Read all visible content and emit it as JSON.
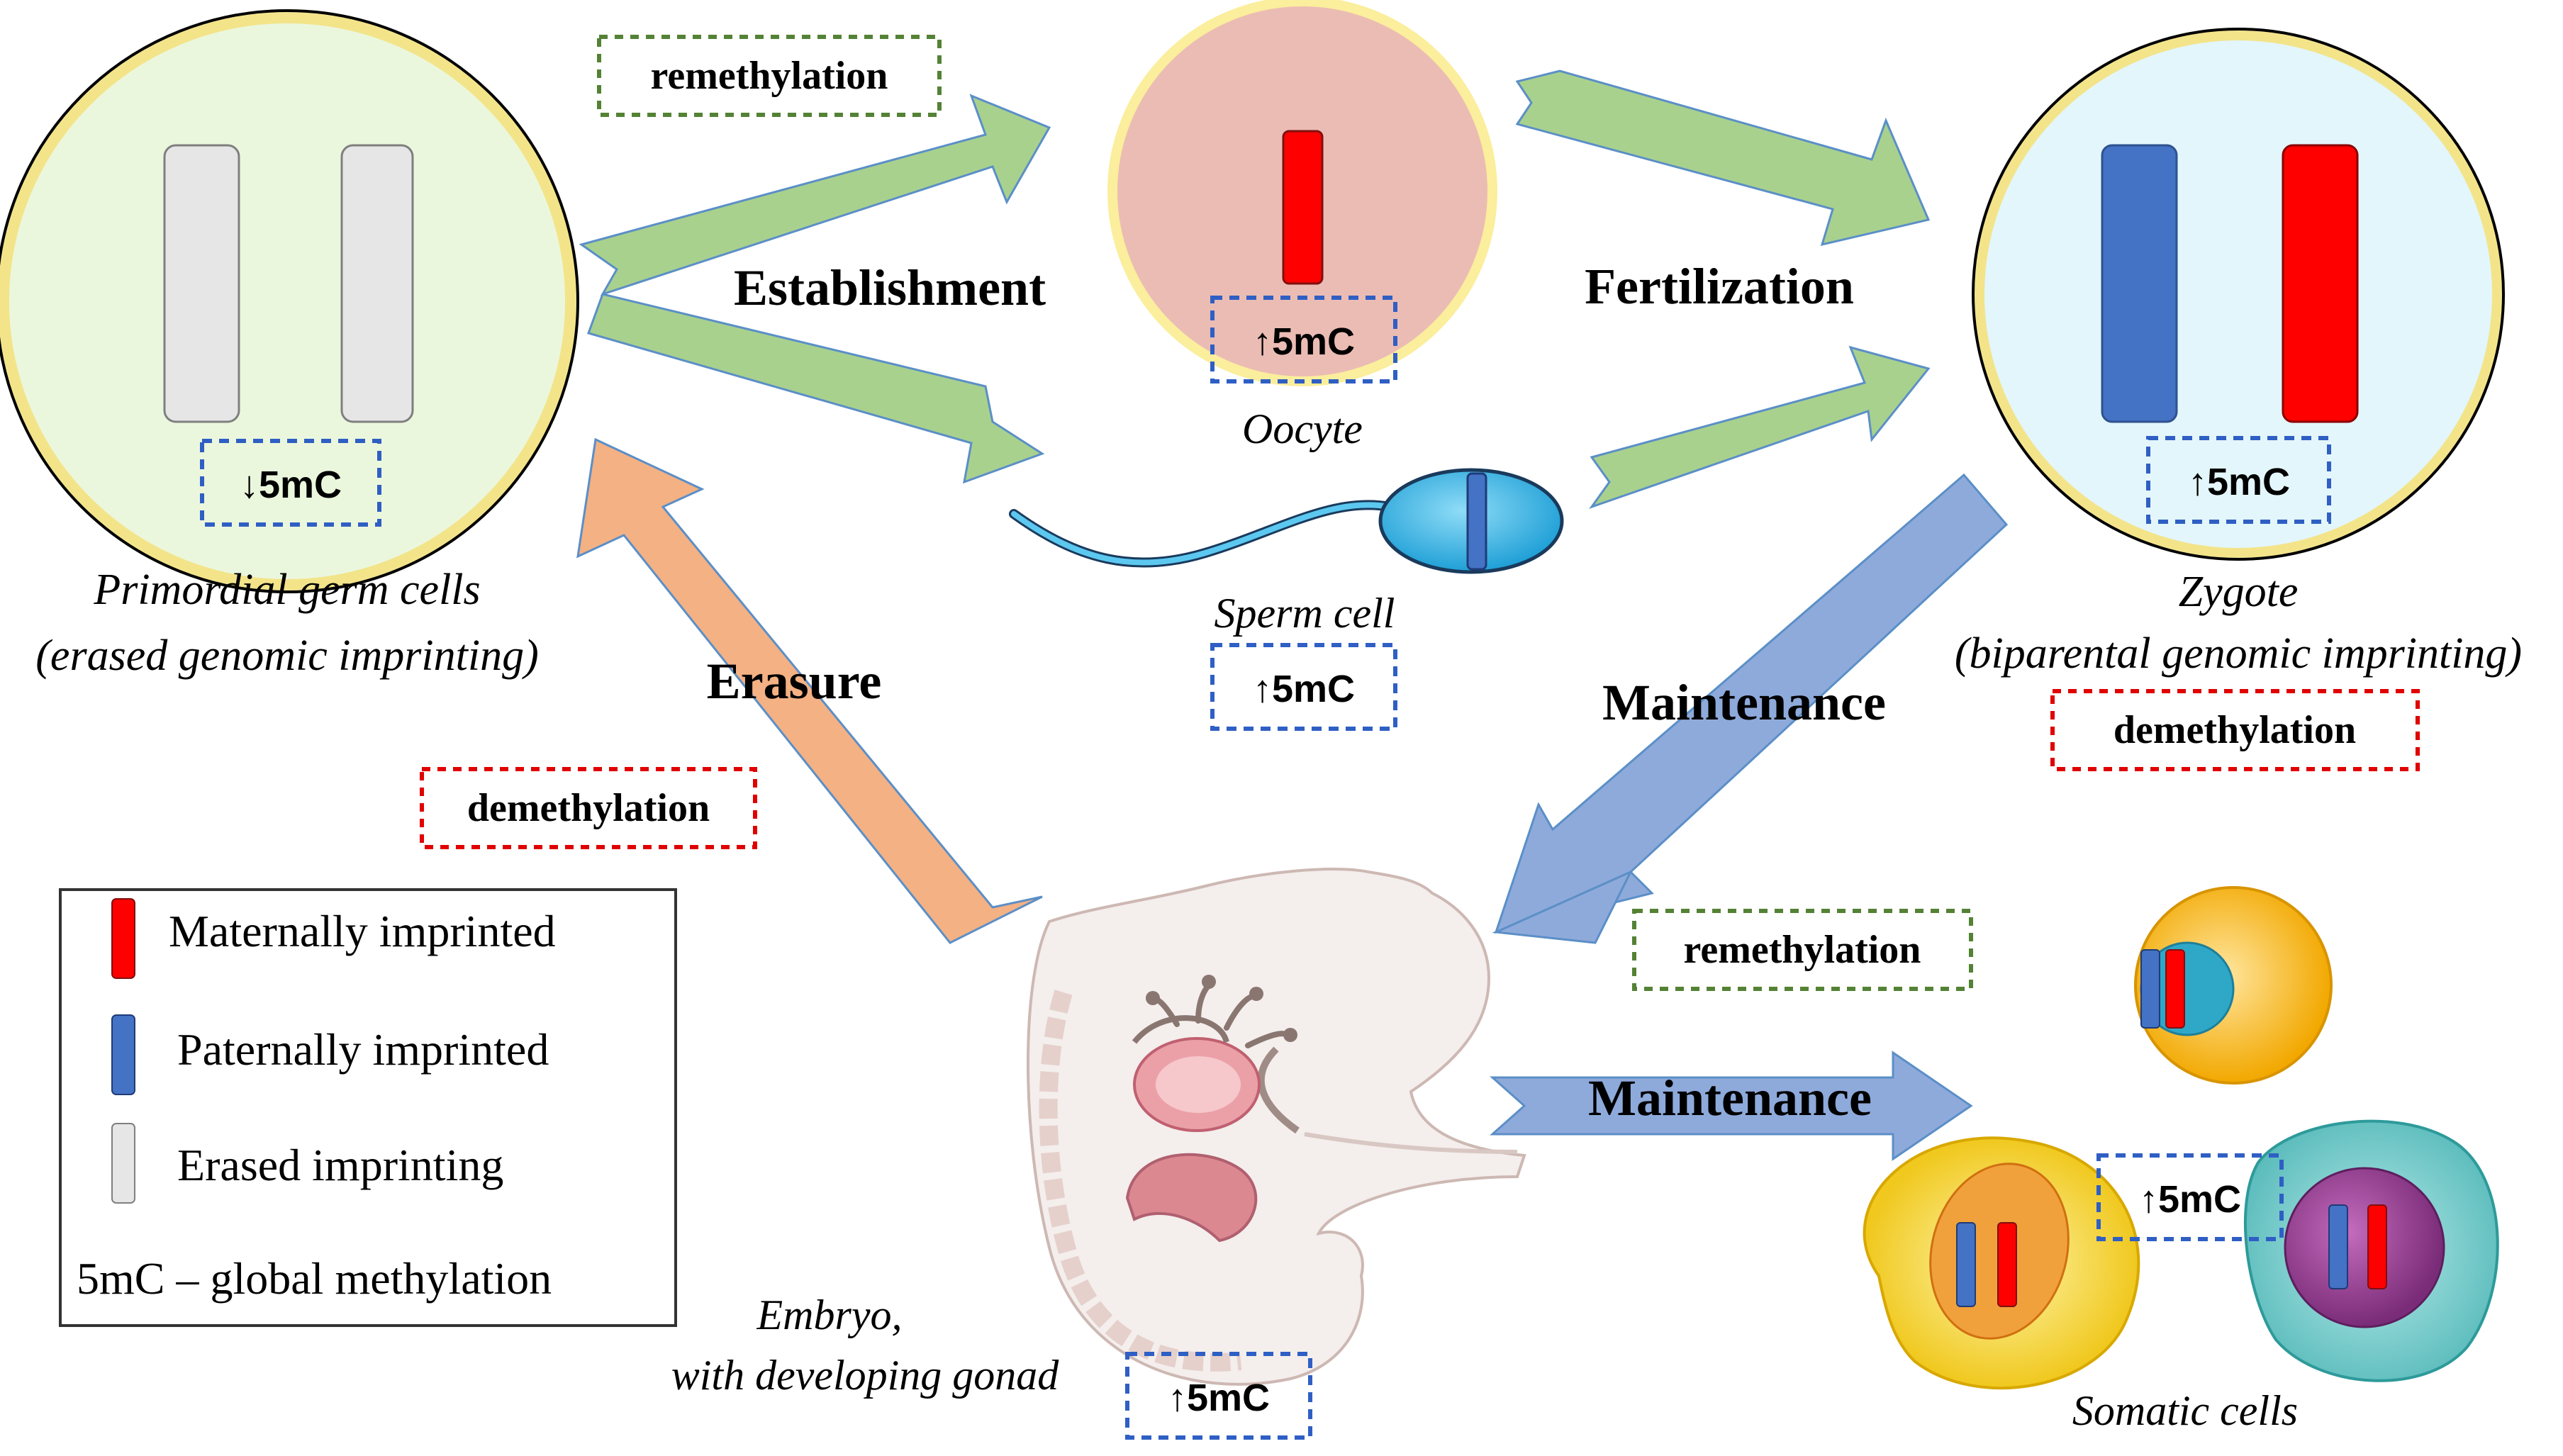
{
  "labels": {
    "remethylation_top": "remethylation",
    "establishment": "Establishment",
    "fertilization": "Fertilization",
    "oocyte": "Oocyte",
    "sperm_cell": "Sperm cell",
    "pgc_line1": "Primordial germ cells",
    "pgc_line2": "(erased genomic imprinting)",
    "zygote_line1": "Zygote",
    "zygote_line2": "(biparental genomic imprinting)",
    "demethylation_zygote": "demethylation",
    "erasure": "Erasure",
    "maintenance_diag": "Maintenance",
    "demethylation_left": "demethylation",
    "remethylation_mid": "remethylation",
    "maintenance_horiz": "Maintenance",
    "embryo_line1": "Embryo,",
    "embryo_line2": "with developing gonad",
    "somatic_cells": "Somatic cells"
  },
  "methylation": {
    "pgc": "↓5mC",
    "oocyte": "↑5mC",
    "sperm": "↑5mC",
    "zygote": "↑5mC",
    "embryo": "↑5mC",
    "somatic": "↑5mC"
  },
  "legend": {
    "items": [
      {
        "label": "Maternally imprinted",
        "color": "#ff0000"
      },
      {
        "label": "Paternally imprinted",
        "color": "#4472c4"
      },
      {
        "label": "Erased imprinting",
        "color": "#e7e6e6"
      }
    ],
    "note": "5mC – global methylation"
  },
  "colors": {
    "maternal": "#ff0000",
    "paternal": "#4472c4",
    "erased": "#e7e6e6",
    "green_arrow": "#a9d18e",
    "blue_arrow": "#8eaadb",
    "orange_arrow": "#f4b183",
    "demethylation_border": "#e00000",
    "remethylation_border": "#548235",
    "methyl_border": "#4472c4"
  }
}
